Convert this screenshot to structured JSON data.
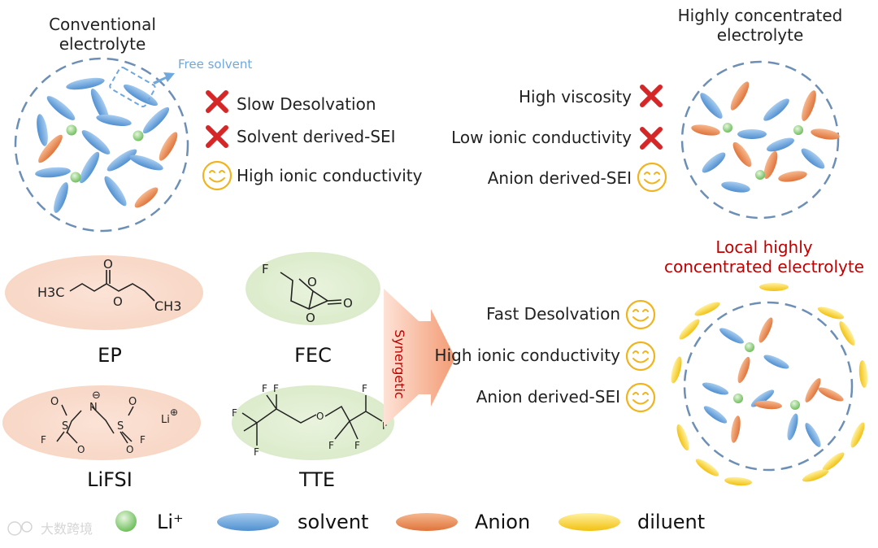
{
  "panel_conventional": {
    "title_line1": "Conventional",
    "title_line2": "electrolyte",
    "free_solvent": "Free solvent",
    "items": [
      {
        "mark": "cross",
        "text": "Slow Desolvation"
      },
      {
        "mark": "cross",
        "text": "Solvent derived-SEI"
      },
      {
        "mark": "smile",
        "text": "High ionic conductivity"
      }
    ]
  },
  "panel_hce": {
    "title_line1": "Highly concentrated",
    "title_line2": "electrolyte",
    "items": [
      {
        "mark": "cross",
        "text": "High viscosity"
      },
      {
        "mark": "cross",
        "text": "Low ionic conductivity"
      },
      {
        "mark": "smile",
        "text": "Anion derived-SEI"
      }
    ]
  },
  "panel_lhce": {
    "title_line1": "Local highly",
    "title_line2": "concentrated electrolyte",
    "items": [
      {
        "mark": "smile",
        "text": "Fast Desolvation"
      },
      {
        "mark": "smile",
        "text": "High ionic conductivity"
      },
      {
        "mark": "smile",
        "text": "Anion derived-SEI"
      }
    ]
  },
  "molecules": {
    "ep": {
      "name": "EP",
      "h3c": "H3C",
      "o_carbonyl": "O",
      "o_ester": "O",
      "ch3": "CH3"
    },
    "fec": {
      "name": "FEC",
      "f": "F",
      "o1": "O",
      "o2": "O",
      "o3": "O"
    },
    "lifsi": {
      "name": "LiFSI",
      "n": "N",
      "minus": "⊖",
      "s1": "S",
      "s2": "S",
      "o": "O",
      "f": "F",
      "li": "Li",
      "plus": "⊕"
    },
    "tte": {
      "name": "TTE",
      "f": "F",
      "o": "O"
    }
  },
  "synergetic": "Synergetic",
  "legend": [
    {
      "label": "Li⁺",
      "shape": "circle",
      "color": "#8ccf7a"
    },
    {
      "label": "solvent",
      "shape": "ellipse",
      "color": "#5b9bd5"
    },
    {
      "label": "Anion",
      "shape": "ellipse",
      "color": "#e8864e"
    },
    {
      "label": "diluent",
      "shape": "ellipse",
      "color": "#f5c518"
    }
  ],
  "watermark": "大数跨境",
  "colors": {
    "solvent": "#5b9bd5",
    "anion": "#e8864e",
    "diluent": "#f5c518",
    "li": "#8ccf7a",
    "cross": "#d62728",
    "smile": "#f0b41e",
    "circle_stroke": "#6d8fb5",
    "accent_red": "#c00000",
    "free_solvent": "#6fa8dc"
  }
}
